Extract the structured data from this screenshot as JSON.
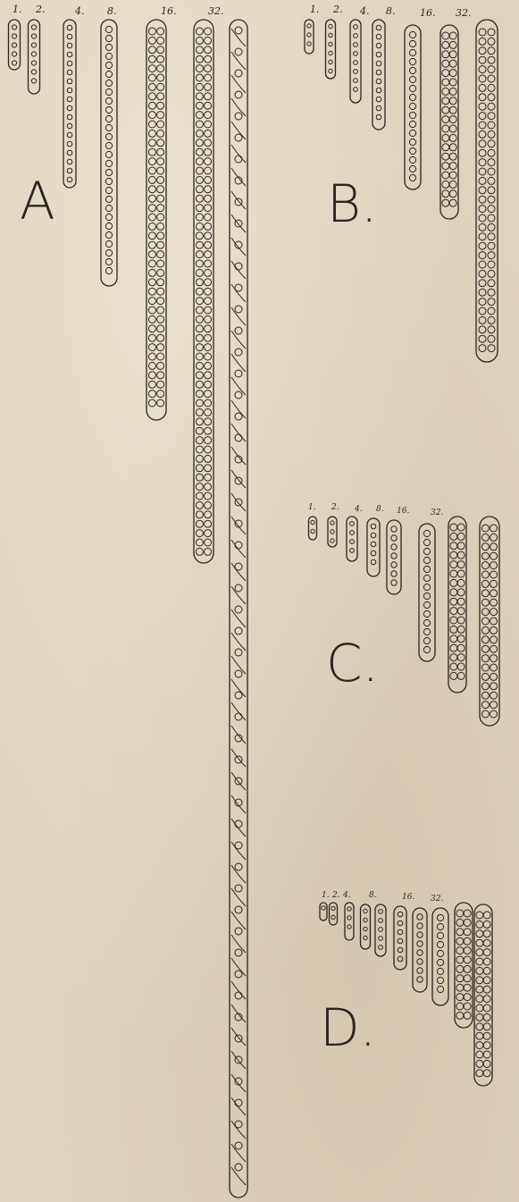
{
  "plate": {
    "panels": [
      {
        "id": "A",
        "letter": "A",
        "labels": [
          "1.",
          "2.",
          "4.",
          "8.",
          "16.",
          "32."
        ]
      },
      {
        "id": "B",
        "letter": "B.",
        "labels": [
          "1.",
          "2.",
          "4.",
          "8.",
          "16.",
          "32."
        ]
      },
      {
        "id": "C",
        "letter": "C.",
        "labels": [
          "1.",
          "2.",
          "4.",
          "8.",
          "16.",
          "32."
        ]
      },
      {
        "id": "D",
        "letter": "D.",
        "labels": [
          "1.",
          "2.",
          "4.",
          "8.",
          "16.",
          "32."
        ]
      }
    ]
  },
  "colors": {
    "paper": "#ded3bb",
    "ink": "#2a251d"
  }
}
